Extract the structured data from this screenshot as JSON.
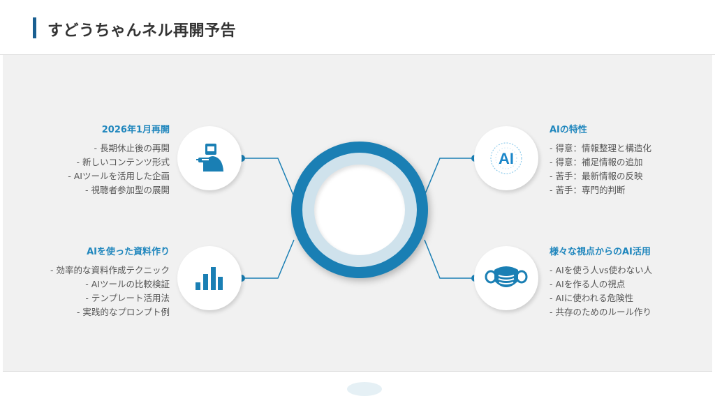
{
  "header": {
    "title": "すどうちゃんネル再開予告"
  },
  "colors": {
    "accent": "#1a7fb4",
    "title_bar": "#1a5f91",
    "heading": "#1f86bd"
  },
  "topics": [
    {
      "title": "2026年1月再開",
      "icon": "worker-drill-icon",
      "items": [
        "- 長期休止後の再開",
        "- 新しいコンテンツ形式",
        "- AIツールを活用した企画",
        "- 視聴者参加型の展開"
      ]
    },
    {
      "title": "AIを使った資料作り",
      "icon": "bar-chart-icon",
      "items": [
        "- 効率的な資料作成テクニック",
        "- AIツールの比較検証",
        "- テンプレート活用法",
        "- 実践的なプロンプト例"
      ]
    },
    {
      "title": "AIの特性",
      "icon": "ai-network-icon",
      "icon_text": "AI",
      "items": [
        "- 得意：情報整理と構造化",
        "- 得意：補足情報の追加",
        "- 苦手：最新情報の反映",
        "- 苦手：専門的判断"
      ]
    },
    {
      "title": "様々な視点からのAI活用",
      "icon": "face-mask-icon",
      "items": [
        "- AIを使う人vs使わない人",
        "- AIを作る人の視点",
        "- AIに使われる危険性",
        "- 共存のためのルール作り"
      ]
    }
  ]
}
